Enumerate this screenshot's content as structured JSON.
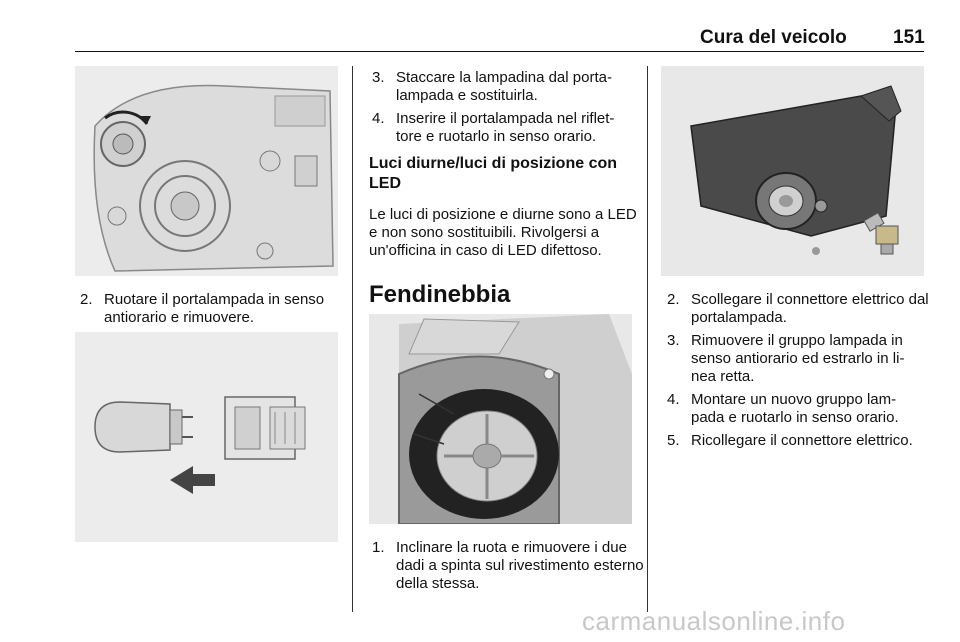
{
  "header": {
    "title": "Cura del veicolo",
    "page_number": "151"
  },
  "left_column": {
    "step_2": {
      "num": "2.",
      "text": "Ruotare il portalampada in senso antiorario e rimuovere."
    }
  },
  "middle_column": {
    "steps_top": [
      {
        "num": "3.",
        "text": "Staccare la lampadina dal porta-lampada e sostituirla."
      },
      {
        "num": "4.",
        "text": "Inserire il portalampada nel riflet-tore e ruotarlo in senso orario."
      }
    ],
    "subheading": "Luci diurne/luci di posizione con LED",
    "paragraph": "Le luci di posizione e diurne sono a LED e non sono sostituibili. Rivolgersi a un'officina in caso di LED difettoso.",
    "section_title": "Fendinebbia",
    "step_1": {
      "num": "1.",
      "text": "Inclinare la ruota e rimuovere i due dadi a spinta sul rivestimento esterno della stessa."
    }
  },
  "right_column": {
    "steps": [
      {
        "num": "2.",
        "text": "Scollegare il connettore elettrico dal portalampada."
      },
      {
        "num": "3.",
        "text": "Rimuovere il gruppo lampada in senso antiorario ed estrarlo in li-nea retta."
      },
      {
        "num": "4.",
        "text": "Montare un nuovo gruppo lam-pada e ruotarlo in senso orario."
      },
      {
        "num": "5.",
        "text": "Ricollegare il connettore elettrico."
      }
    ]
  },
  "watermark": "carmanualsonline.info"
}
